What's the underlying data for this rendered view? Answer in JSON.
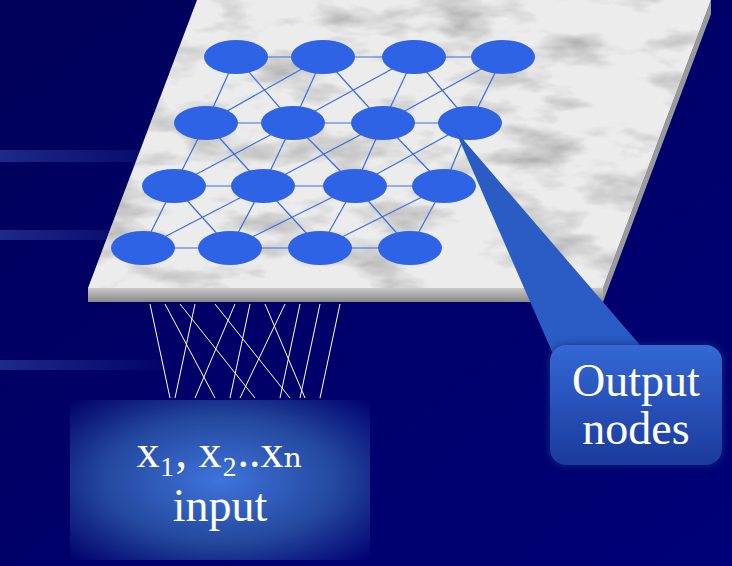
{
  "diagram": {
    "nodes": [
      {
        "text": [
          "Output nodes"
        ]
      },
      {
        "text": [
          "x₁, x₂..xₙ",
          "input"
        ]
      }
    ]
  }
}
